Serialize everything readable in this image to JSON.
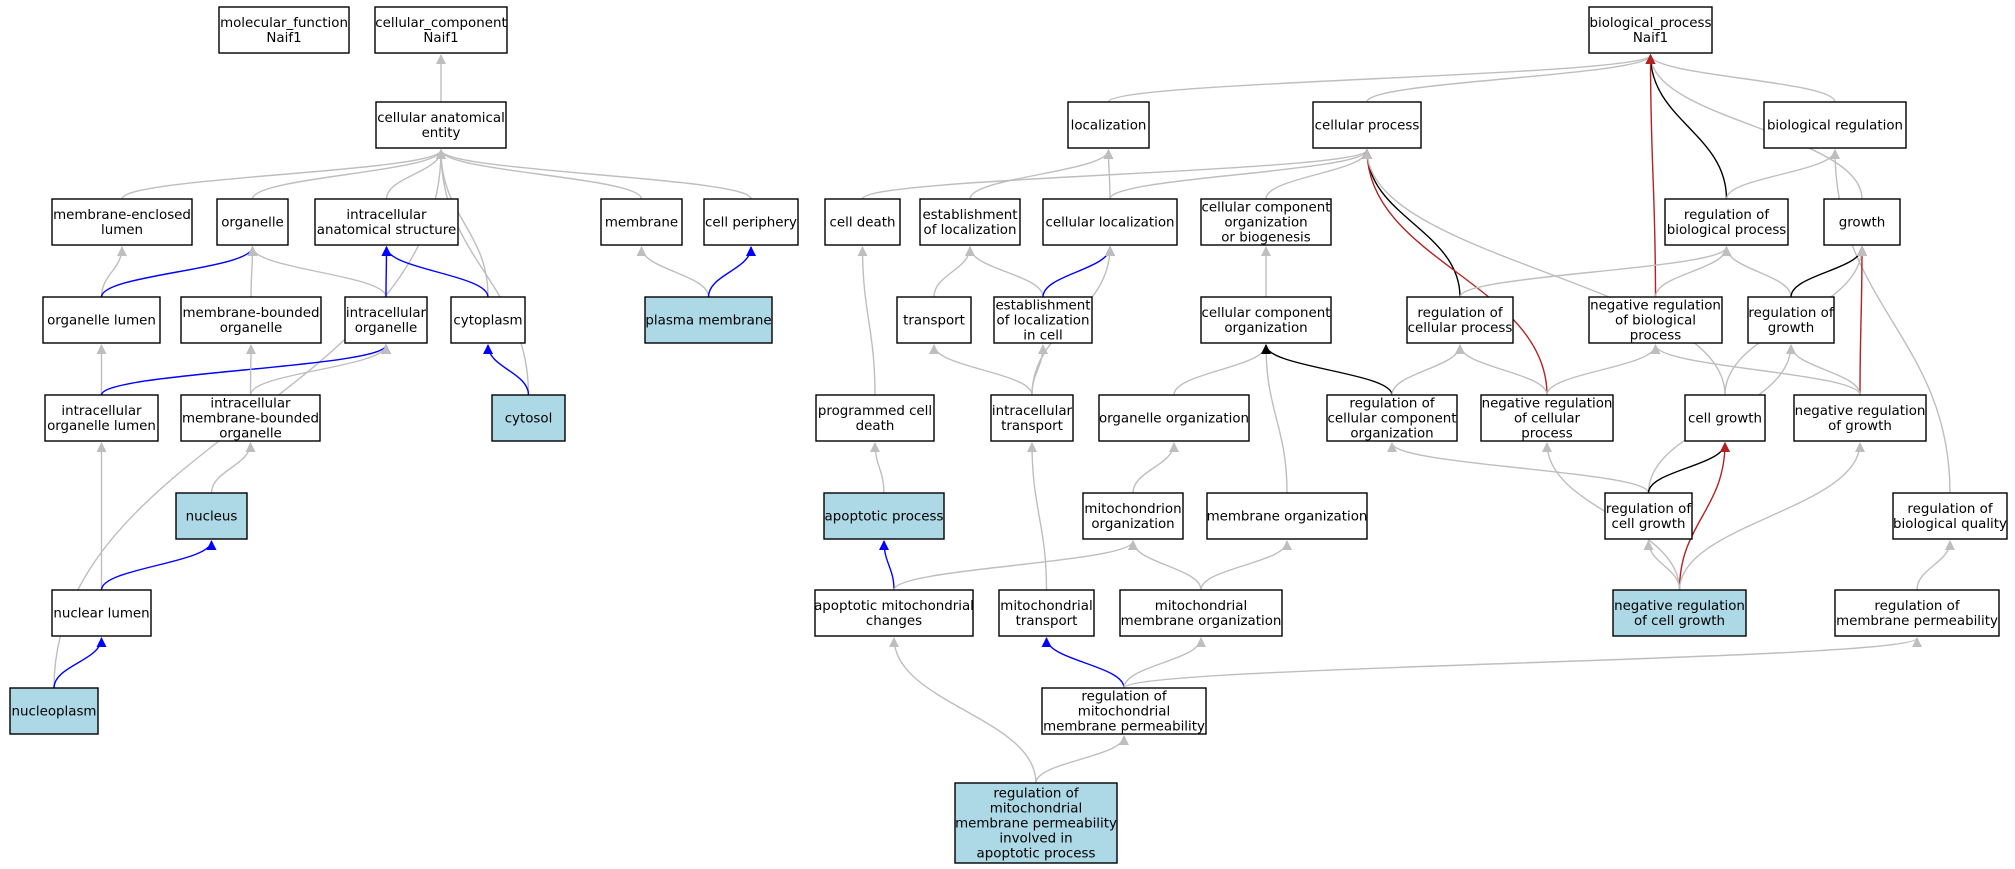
{
  "title": "",
  "colors": {
    "node_fill": "#ffffff",
    "highlight_fill": "#add8e6",
    "is_a": "#bebebe",
    "part_of": "#0000ff",
    "regulates": "#000000",
    "negatively_regulates": "#b22222"
  },
  "nodes": [
    {
      "id": "mf",
      "lines": [
        "molecular_function",
        "Naif1"
      ],
      "highlight": false
    },
    {
      "id": "cc",
      "lines": [
        "cellular_component",
        "Naif1"
      ],
      "highlight": false
    },
    {
      "id": "bp",
      "lines": [
        "biological_process",
        "Naif1"
      ],
      "highlight": false
    },
    {
      "id": "cae",
      "lines": [
        "cellular anatomical",
        "entity"
      ],
      "highlight": false
    },
    {
      "id": "loc",
      "lines": [
        "localization"
      ],
      "highlight": false
    },
    {
      "id": "cp",
      "lines": [
        "cellular process"
      ],
      "highlight": false
    },
    {
      "id": "br",
      "lines": [
        "biological regulation"
      ],
      "highlight": false
    },
    {
      "id": "mel",
      "lines": [
        "membrane-enclosed",
        "lumen"
      ],
      "highlight": false
    },
    {
      "id": "org",
      "lines": [
        "organelle"
      ],
      "highlight": false
    },
    {
      "id": "ias",
      "lines": [
        "intracellular",
        "anatomical structure"
      ],
      "highlight": false
    },
    {
      "id": "mem",
      "lines": [
        "membrane"
      ],
      "highlight": false
    },
    {
      "id": "cper",
      "lines": [
        "cell periphery"
      ],
      "highlight": false
    },
    {
      "id": "cdeath",
      "lines": [
        "cell death"
      ],
      "highlight": false
    },
    {
      "id": "eol",
      "lines": [
        "establishment",
        "of localization"
      ],
      "highlight": false
    },
    {
      "id": "cloc",
      "lines": [
        "cellular localization"
      ],
      "highlight": false
    },
    {
      "id": "ccob",
      "lines": [
        "cellular component",
        "organization",
        "or biogenesis"
      ],
      "highlight": false
    },
    {
      "id": "rbp",
      "lines": [
        "regulation of",
        "biological process"
      ],
      "highlight": false
    },
    {
      "id": "growth",
      "lines": [
        "growth"
      ],
      "highlight": false
    },
    {
      "id": "olum",
      "lines": [
        "organelle lumen"
      ],
      "highlight": false
    },
    {
      "id": "mbo",
      "lines": [
        "membrane-bounded",
        "organelle"
      ],
      "highlight": false
    },
    {
      "id": "io",
      "lines": [
        "intracellular",
        "organelle"
      ],
      "highlight": false
    },
    {
      "id": "cyto",
      "lines": [
        "cytoplasm"
      ],
      "highlight": false
    },
    {
      "id": "pm",
      "lines": [
        "plasma membrane"
      ],
      "highlight": true
    },
    {
      "id": "transport",
      "lines": [
        "transport"
      ],
      "highlight": false
    },
    {
      "id": "eolc",
      "lines": [
        "establishment",
        "of localization",
        "in cell"
      ],
      "highlight": false
    },
    {
      "id": "cco",
      "lines": [
        "cellular component",
        "organization"
      ],
      "highlight": false
    },
    {
      "id": "rcp",
      "lines": [
        "regulation of",
        "cellular process"
      ],
      "highlight": false
    },
    {
      "id": "nrbp",
      "lines": [
        "negative regulation",
        "of biological",
        "process"
      ],
      "highlight": false
    },
    {
      "id": "rg",
      "lines": [
        "regulation of",
        "growth"
      ],
      "highlight": false
    },
    {
      "id": "iol",
      "lines": [
        "intracellular",
        "organelle lumen"
      ],
      "highlight": false
    },
    {
      "id": "imbo",
      "lines": [
        "intracellular",
        "membrane-bounded",
        "organelle"
      ],
      "highlight": false
    },
    {
      "id": "cytosol",
      "lines": [
        "cytosol"
      ],
      "highlight": true
    },
    {
      "id": "pcd",
      "lines": [
        "programmed cell",
        "death"
      ],
      "highlight": false
    },
    {
      "id": "it",
      "lines": [
        "intracellular",
        "transport"
      ],
      "highlight": false
    },
    {
      "id": "oo",
      "lines": [
        "organelle organization"
      ],
      "highlight": false
    },
    {
      "id": "rcco",
      "lines": [
        "regulation of",
        "cellular component",
        "organization"
      ],
      "highlight": false
    },
    {
      "id": "nrcp",
      "lines": [
        "negative regulation",
        "of cellular",
        "process"
      ],
      "highlight": false
    },
    {
      "id": "cg",
      "lines": [
        "cell growth"
      ],
      "highlight": false
    },
    {
      "id": "nrg",
      "lines": [
        "negative regulation",
        "of growth"
      ],
      "highlight": false
    },
    {
      "id": "nucleus",
      "lines": [
        "nucleus"
      ],
      "highlight": true
    },
    {
      "id": "ap",
      "lines": [
        "apoptotic process"
      ],
      "highlight": true
    },
    {
      "id": "mo",
      "lines": [
        "mitochondrion",
        "organization"
      ],
      "highlight": false
    },
    {
      "id": "memo",
      "lines": [
        "membrane organization"
      ],
      "highlight": false
    },
    {
      "id": "rcg",
      "lines": [
        "regulation of",
        "cell growth"
      ],
      "highlight": false
    },
    {
      "id": "rbq",
      "lines": [
        "regulation of",
        "biological quality"
      ],
      "highlight": false
    },
    {
      "id": "nlum",
      "lines": [
        "nuclear lumen"
      ],
      "highlight": false
    },
    {
      "id": "amc",
      "lines": [
        "apoptotic mitochondrial",
        "changes"
      ],
      "highlight": false
    },
    {
      "id": "mt",
      "lines": [
        "mitochondrial",
        "transport"
      ],
      "highlight": false
    },
    {
      "id": "mmo",
      "lines": [
        "mitochondrial",
        "membrane organization"
      ],
      "highlight": false
    },
    {
      "id": "nrcg",
      "lines": [
        "negative regulation",
        "of cell growth"
      ],
      "highlight": true
    },
    {
      "id": "rmp",
      "lines": [
        "regulation of",
        "membrane permeability"
      ],
      "highlight": false
    },
    {
      "id": "nplasm",
      "lines": [
        "nucleoplasm"
      ],
      "highlight": true
    },
    {
      "id": "rmmp",
      "lines": [
        "regulation of",
        "mitochondrial",
        "membrane permeability"
      ],
      "highlight": false
    },
    {
      "id": "rmmpap",
      "lines": [
        "regulation of",
        "mitochondrial",
        "membrane permeability",
        "involved in",
        "apoptotic process"
      ],
      "highlight": true
    }
  ],
  "edges": [
    {
      "from": "cae",
      "to": "cc",
      "type": "is_a"
    },
    {
      "from": "loc",
      "to": "bp",
      "type": "is_a"
    },
    {
      "from": "cp",
      "to": "bp",
      "type": "is_a"
    },
    {
      "from": "br",
      "to": "bp",
      "type": "is_a"
    },
    {
      "from": "growth",
      "to": "bp",
      "type": "is_a"
    },
    {
      "from": "rbp",
      "to": "bp",
      "type": "regulates"
    },
    {
      "from": "nrbp",
      "to": "bp",
      "type": "negatively_regulates"
    },
    {
      "from": "mel",
      "to": "cae",
      "type": "is_a"
    },
    {
      "from": "org",
      "to": "cae",
      "type": "is_a"
    },
    {
      "from": "ias",
      "to": "cae",
      "type": "is_a"
    },
    {
      "from": "mem",
      "to": "cae",
      "type": "is_a"
    },
    {
      "from": "cper",
      "to": "cae",
      "type": "is_a"
    },
    {
      "from": "cyto",
      "to": "cae",
      "type": "is_a"
    },
    {
      "from": "cytosol",
      "to": "cae",
      "type": "is_a"
    },
    {
      "from": "nplasm",
      "to": "cae",
      "type": "is_a"
    },
    {
      "from": "eol",
      "to": "loc",
      "type": "is_a"
    },
    {
      "from": "cloc",
      "to": "loc",
      "type": "is_a"
    },
    {
      "from": "cdeath",
      "to": "cp",
      "type": "is_a"
    },
    {
      "from": "cloc",
      "to": "cp",
      "type": "is_a"
    },
    {
      "from": "ccob",
      "to": "cp",
      "type": "is_a"
    },
    {
      "from": "rcp",
      "to": "cp",
      "type": "regulates"
    },
    {
      "from": "nrcp",
      "to": "cp",
      "type": "negatively_regulates"
    },
    {
      "from": "cg",
      "to": "cp",
      "type": "is_a"
    },
    {
      "from": "rbp",
      "to": "br",
      "type": "is_a"
    },
    {
      "from": "rbq",
      "to": "br",
      "type": "is_a"
    },
    {
      "from": "olum",
      "to": "mel",
      "type": "is_a"
    },
    {
      "from": "olum",
      "to": "org",
      "type": "part_of"
    },
    {
      "from": "mbo",
      "to": "org",
      "type": "is_a"
    },
    {
      "from": "io",
      "to": "org",
      "type": "is_a"
    },
    {
      "from": "io",
      "to": "ias",
      "type": "part_of"
    },
    {
      "from": "cyto",
      "to": "ias",
      "type": "part_of"
    },
    {
      "from": "pm",
      "to": "mem",
      "type": "is_a"
    },
    {
      "from": "pm",
      "to": "cper",
      "type": "part_of"
    },
    {
      "from": "pcd",
      "to": "cdeath",
      "type": "is_a"
    },
    {
      "from": "transport",
      "to": "eol",
      "type": "is_a"
    },
    {
      "from": "eolc",
      "to": "eol",
      "type": "is_a"
    },
    {
      "from": "eolc",
      "to": "cloc",
      "type": "part_of"
    },
    {
      "from": "it",
      "to": "cloc",
      "type": "is_a"
    },
    {
      "from": "cco",
      "to": "ccob",
      "type": "is_a"
    },
    {
      "from": "rcp",
      "to": "rbp",
      "type": "is_a"
    },
    {
      "from": "nrbp",
      "to": "rbp",
      "type": "is_a"
    },
    {
      "from": "rg",
      "to": "rbp",
      "type": "is_a"
    },
    {
      "from": "rg",
      "to": "growth",
      "type": "regulates"
    },
    {
      "from": "nrg",
      "to": "growth",
      "type": "negatively_regulates"
    },
    {
      "from": "cg",
      "to": "growth",
      "type": "is_a"
    },
    {
      "from": "iol",
      "to": "olum",
      "type": "is_a"
    },
    {
      "from": "iol",
      "to": "io",
      "type": "part_of"
    },
    {
      "from": "imbo",
      "to": "mbo",
      "type": "is_a"
    },
    {
      "from": "imbo",
      "to": "io",
      "type": "is_a"
    },
    {
      "from": "cytosol",
      "to": "cyto",
      "type": "part_of"
    },
    {
      "from": "it",
      "to": "transport",
      "type": "is_a"
    },
    {
      "from": "it",
      "to": "eolc",
      "type": "is_a"
    },
    {
      "from": "oo",
      "to": "cco",
      "type": "is_a"
    },
    {
      "from": "memo",
      "to": "cco",
      "type": "is_a"
    },
    {
      "from": "rcco",
      "to": "cco",
      "type": "regulates"
    },
    {
      "from": "rcco",
      "to": "rcp",
      "type": "is_a"
    },
    {
      "from": "nrcp",
      "to": "rcp",
      "type": "is_a"
    },
    {
      "from": "nrcp",
      "to": "nrbp",
      "type": "is_a"
    },
    {
      "from": "nrg",
      "to": "nrbp",
      "type": "is_a"
    },
    {
      "from": "rcg",
      "to": "rg",
      "type": "is_a"
    },
    {
      "from": "nrg",
      "to": "rg",
      "type": "is_a"
    },
    {
      "from": "nucleus",
      "to": "imbo",
      "type": "is_a"
    },
    {
      "from": "nlum",
      "to": "iol",
      "type": "is_a"
    },
    {
      "from": "ap",
      "to": "pcd",
      "type": "is_a"
    },
    {
      "from": "mt",
      "to": "it",
      "type": "is_a"
    },
    {
      "from": "mo",
      "to": "oo",
      "type": "is_a"
    },
    {
      "from": "rcg",
      "to": "rcco",
      "type": "is_a"
    },
    {
      "from": "nrcg",
      "to": "nrcp",
      "type": "is_a"
    },
    {
      "from": "rcg",
      "to": "cg",
      "type": "regulates"
    },
    {
      "from": "nrcg",
      "to": "cg",
      "type": "negatively_regulates"
    },
    {
      "from": "nrcg",
      "to": "nrg",
      "type": "is_a"
    },
    {
      "from": "nlum",
      "to": "nucleus",
      "type": "part_of"
    },
    {
      "from": "amc",
      "to": "ap",
      "type": "part_of"
    },
    {
      "from": "amc",
      "to": "mo",
      "type": "is_a"
    },
    {
      "from": "mmo",
      "to": "mo",
      "type": "is_a"
    },
    {
      "from": "mmo",
      "to": "memo",
      "type": "is_a"
    },
    {
      "from": "nrcg",
      "to": "rcg",
      "type": "is_a"
    },
    {
      "from": "rmp",
      "to": "rbq",
      "type": "is_a"
    },
    {
      "from": "nplasm",
      "to": "nlum",
      "type": "part_of"
    },
    {
      "from": "rmmp",
      "to": "mt",
      "type": "part_of"
    },
    {
      "from": "rmmp",
      "to": "mmo",
      "type": "is_a"
    },
    {
      "from": "rmmp",
      "to": "rmp",
      "type": "is_a"
    },
    {
      "from": "rmmpap",
      "to": "amc",
      "type": "is_a"
    },
    {
      "from": "rmmpap",
      "to": "rmmp",
      "type": "is_a"
    }
  ]
}
